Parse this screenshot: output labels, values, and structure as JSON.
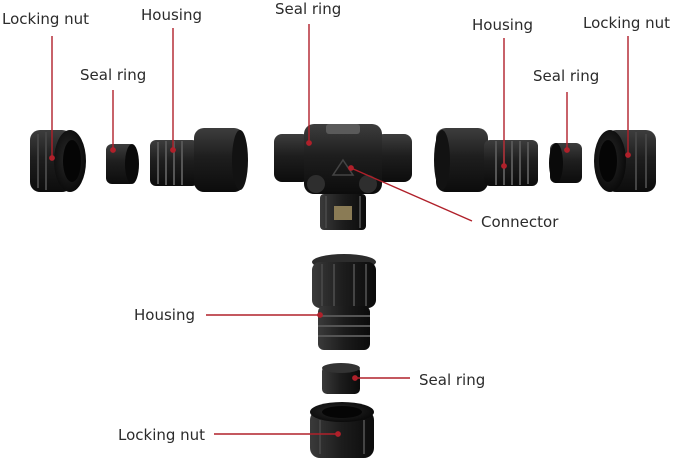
{
  "labels": {
    "locking_nut_left": "Locking nut",
    "housing_left": "Housing",
    "seal_ring_top": "Seal ring",
    "housing_right": "Housing",
    "locking_nut_right": "Locking nut",
    "seal_ring_left": "Seal ring",
    "seal_ring_right": "Seal ring",
    "connector": "Connector",
    "housing_bottom": "Housing",
    "seal_ring_bottom": "Seal ring",
    "locking_nut_bottom": "Locking nut"
  },
  "colors": {
    "leader_line": "#b0202a",
    "part_body": "#1b1b1b",
    "part_highlight": "#3a3a3a",
    "label_text": "#2b2b2b"
  }
}
